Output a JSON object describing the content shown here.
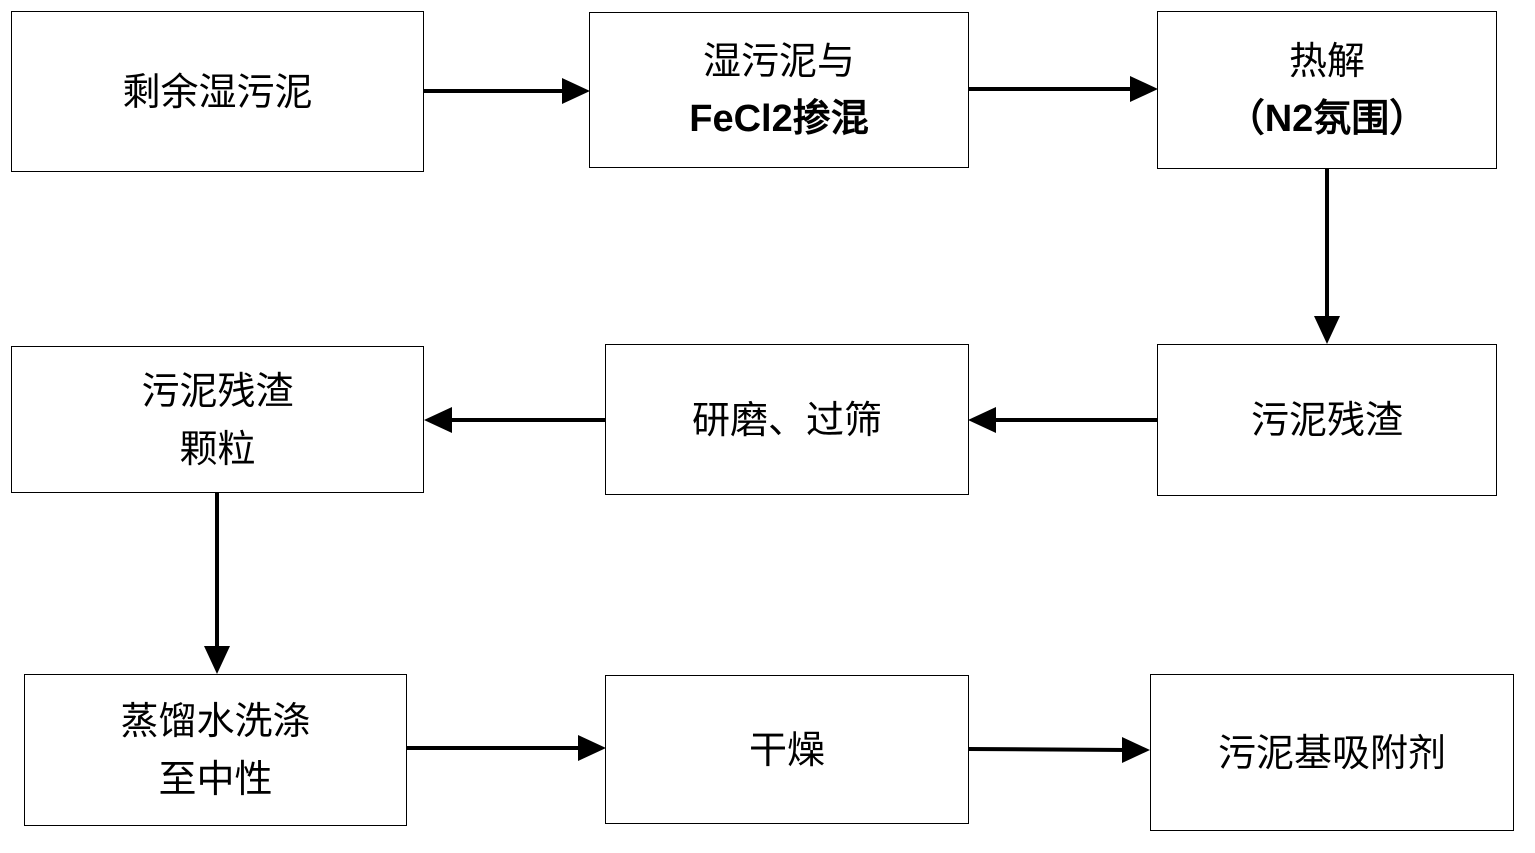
{
  "nodes": {
    "n1": {
      "lines": [
        "剩余湿污泥"
      ]
    },
    "n2": {
      "lines": [
        "湿污泥与",
        "FeCl2掺混"
      ]
    },
    "n3": {
      "lines": [
        "热解",
        "（N2氛围）"
      ]
    },
    "n4": {
      "lines": [
        "污泥残渣"
      ]
    },
    "n5": {
      "lines": [
        "研磨、过筛"
      ]
    },
    "n6": {
      "lines": [
        "污泥残渣",
        "颗粒"
      ]
    },
    "n7": {
      "lines": [
        "蒸馏水洗涤",
        "至中性"
      ]
    },
    "n8": {
      "lines": [
        "干燥"
      ]
    },
    "n9": {
      "lines": [
        "污泥基吸附剂"
      ]
    }
  },
  "edges": [
    {
      "from": "n1",
      "to": "n2"
    },
    {
      "from": "n2",
      "to": "n3"
    },
    {
      "from": "n3",
      "to": "n4"
    },
    {
      "from": "n4",
      "to": "n5"
    },
    {
      "from": "n5",
      "to": "n6"
    },
    {
      "from": "n6",
      "to": "n7"
    },
    {
      "from": "n7",
      "to": "n8"
    },
    {
      "from": "n8",
      "to": "n9"
    }
  ]
}
